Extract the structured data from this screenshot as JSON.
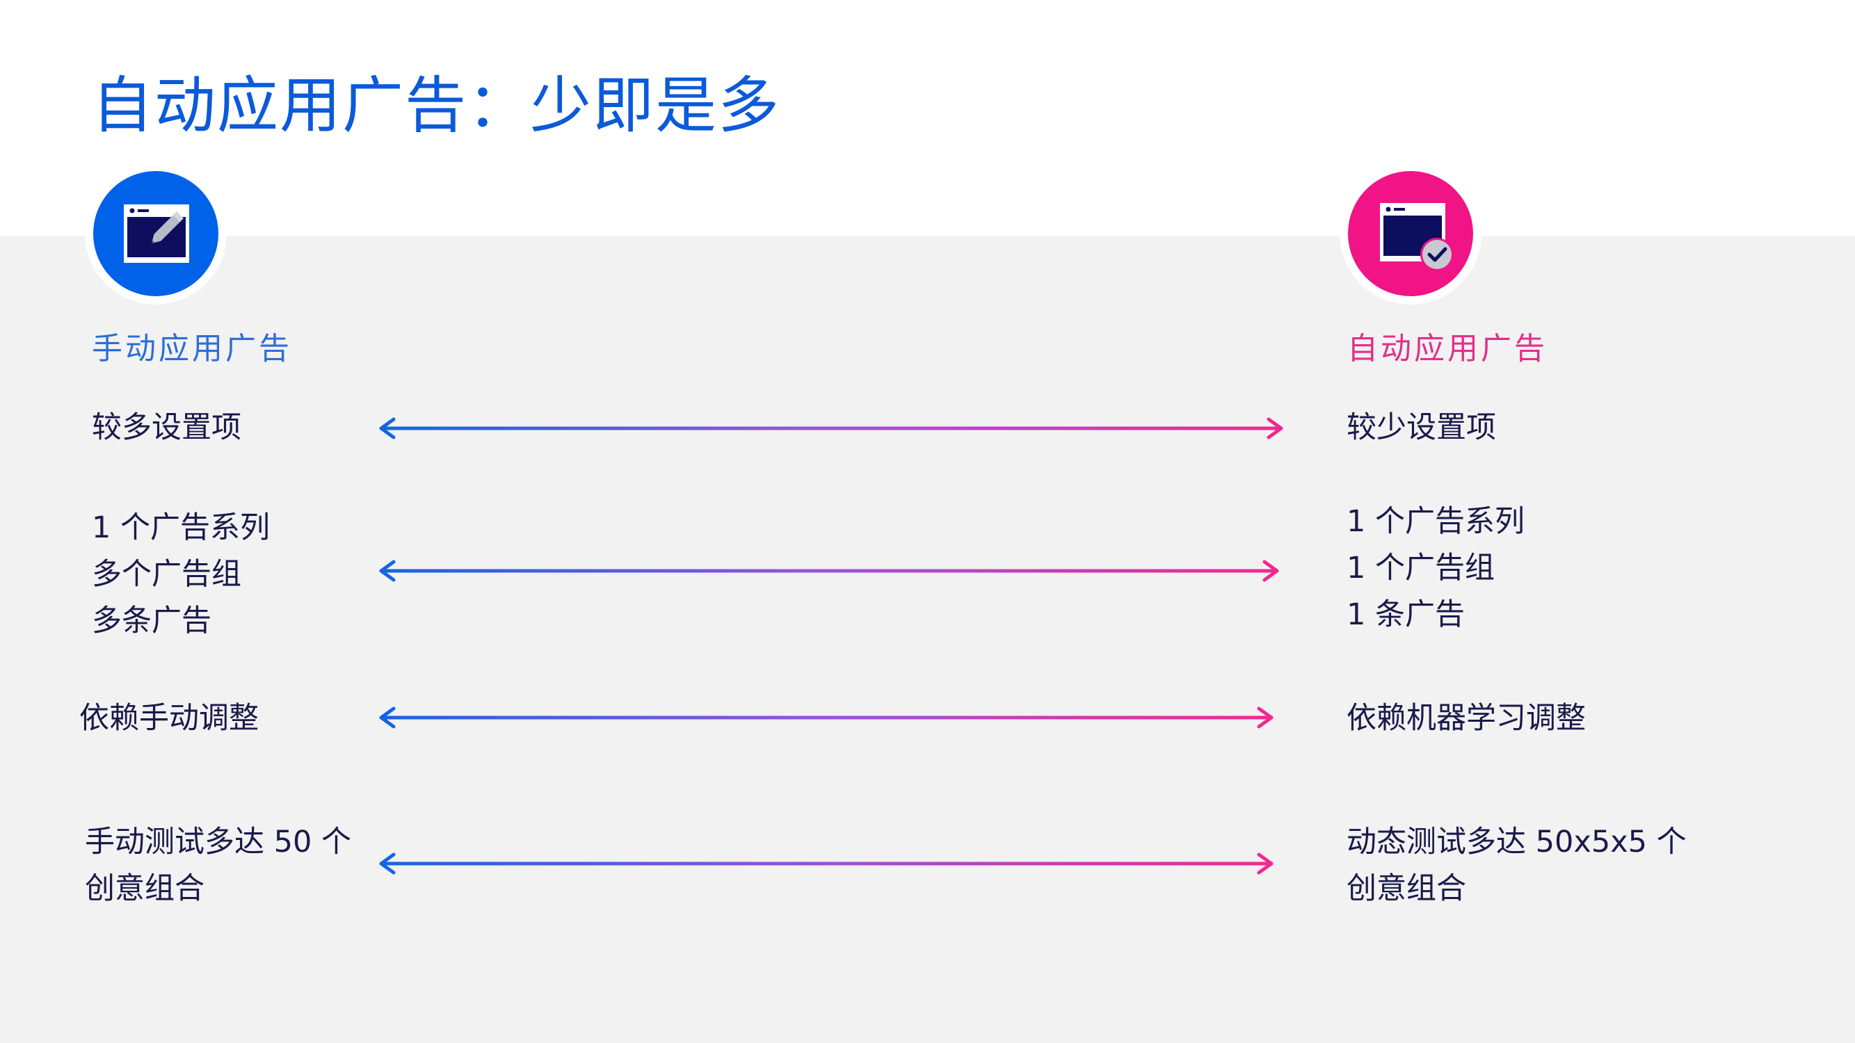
{
  "title": "自动应用广告：少即是多",
  "left": {
    "heading": "手动应用广告",
    "icon": "browser-edit-icon",
    "rows": [
      [
        "较多设置项"
      ],
      [
        "1 个广告系列",
        "多个广告组",
        "多条广告"
      ],
      [
        "依赖手动调整"
      ],
      [
        "手动测试多达 50 个",
        "创意组合"
      ]
    ]
  },
  "right": {
    "heading": "自动应用广告",
    "icon": "browser-check-icon",
    "rows": [
      [
        "较少设置项"
      ],
      [
        "1 个广告系列",
        "1 个广告组",
        "1 条广告"
      ],
      [
        "依赖机器学习调整"
      ],
      [
        "动态测试多达 50x5x5 个",
        "创意组合"
      ]
    ]
  },
  "colors": {
    "title": "#0b5ad9",
    "left_accent": "#0062e8",
    "right_accent": "#f01486",
    "background_band": "#f2f2f2",
    "text": "#1a1a4a",
    "icon_window": "#0d0f5e",
    "arrow_start": "#1565e0",
    "arrow_mid": "#9b52d8",
    "arrow_end": "#f2288f"
  }
}
